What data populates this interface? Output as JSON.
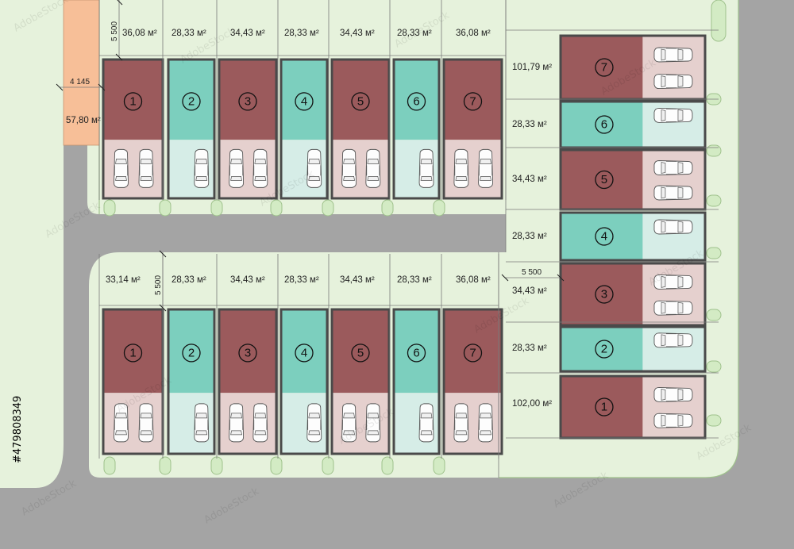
{
  "colors": {
    "road": "#a4a4a4",
    "lawn": "#e6f2dc",
    "lawn_edge": "#9fc28c",
    "maroon": "#9b5a5c",
    "maroon_parking": "#e5d0ce",
    "teal": "#7ccfbe",
    "teal_parking": "#d6ede7",
    "orange": "#f7bf98",
    "wall": "#4a4a4a"
  },
  "icons": {
    "car": "car-topview-icon",
    "unit_marker": "circled-number-icon"
  },
  "dimensions": {
    "left_width": "4 145",
    "top_depth": "5 500",
    "bottom_depth": "5 500",
    "right_depth": "5 500"
  },
  "orange_plot": {
    "area": "57,80 м²"
  },
  "top_row": [
    {
      "num": "1",
      "area": "36,08 м²",
      "type": "maroon",
      "cars": 2
    },
    {
      "num": "2",
      "area": "28,33 м²",
      "type": "teal",
      "cars": 1
    },
    {
      "num": "3",
      "area": "34,43 м²",
      "type": "maroon",
      "cars": 2
    },
    {
      "num": "4",
      "area": "28,33 м²",
      "type": "teal",
      "cars": 1
    },
    {
      "num": "5",
      "area": "34,43 м²",
      "type": "maroon",
      "cars": 2
    },
    {
      "num": "6",
      "area": "28,33 м²",
      "type": "teal",
      "cars": 1
    },
    {
      "num": "7",
      "area": "36,08 м²",
      "type": "maroon",
      "cars": 2
    }
  ],
  "bottom_row": [
    {
      "num": "1",
      "area": "33,14 м²",
      "type": "maroon",
      "cars": 2
    },
    {
      "num": "2",
      "area": "28,33 м²",
      "type": "teal",
      "cars": 1
    },
    {
      "num": "3",
      "area": "34,43 м²",
      "type": "maroon",
      "cars": 2
    },
    {
      "num": "4",
      "area": "28,33 м²",
      "type": "teal",
      "cars": 1
    },
    {
      "num": "5",
      "area": "34,43 м²",
      "type": "maroon",
      "cars": 2
    },
    {
      "num": "6",
      "area": "28,33 м²",
      "type": "teal",
      "cars": 1
    },
    {
      "num": "7",
      "area": "36,08 м²",
      "type": "maroon",
      "cars": 2
    }
  ],
  "right_column": [
    {
      "num": "7",
      "area": "101,79 м²",
      "type": "maroon",
      "cars": 2
    },
    {
      "num": "6",
      "area": "28,33 м²",
      "type": "teal",
      "cars": 1
    },
    {
      "num": "5",
      "area": "34,43 м²",
      "type": "maroon",
      "cars": 2
    },
    {
      "num": "4",
      "area": "28,33 м²",
      "type": "teal",
      "cars": 1
    },
    {
      "num": "3",
      "area": "34,43 м²",
      "type": "maroon",
      "cars": 2
    },
    {
      "num": "2",
      "area": "28,33 м²",
      "type": "teal",
      "cars": 1
    },
    {
      "num": "1",
      "area": "102,00 м²",
      "type": "maroon",
      "cars": 2
    }
  ],
  "watermark": {
    "stock_id": "#479808349",
    "repeated_text": "AdobeStock"
  }
}
